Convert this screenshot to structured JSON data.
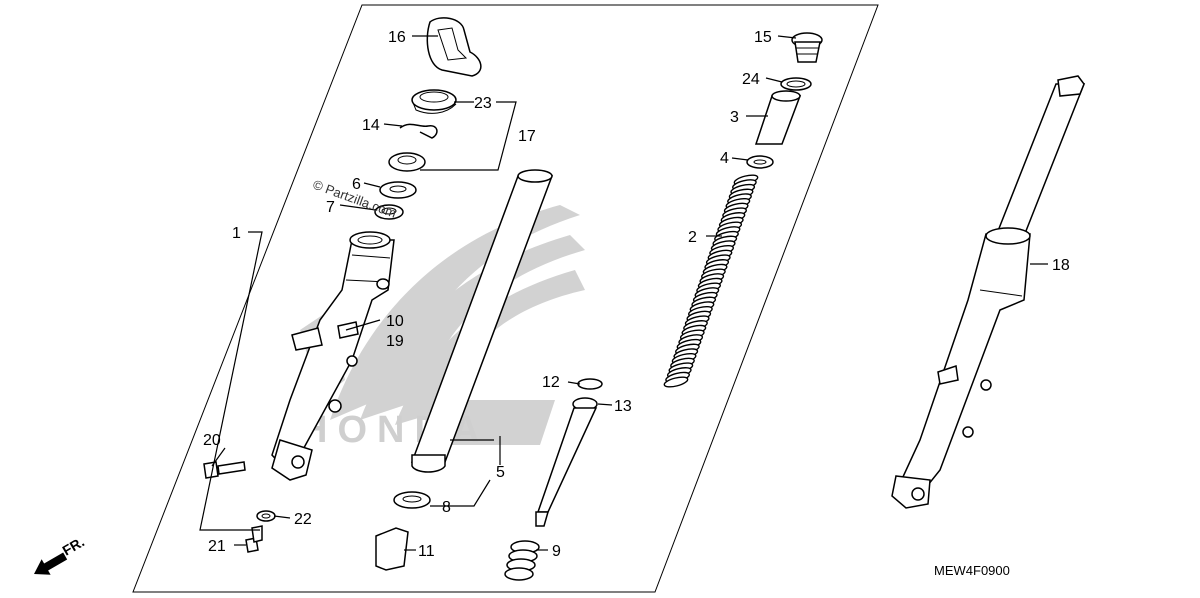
{
  "diagram": {
    "code": "MEW4F0900",
    "watermark": "© Partzilla.com",
    "direction_label": "FR.",
    "callouts": {
      "p1": "1",
      "p2": "2",
      "p3": "3",
      "p4": "4",
      "p5": "5",
      "p6": "6",
      "p7": "7",
      "p8": "8",
      "p9": "9",
      "p10": "10",
      "p11": "11",
      "p12": "12",
      "p13": "13",
      "p14": "14",
      "p15": "15",
      "p16": "16",
      "p17": "17",
      "p18": "18",
      "p19": "19",
      "p20": "20",
      "p21": "21",
      "p22": "22",
      "p23": "23",
      "p24": "24"
    }
  }
}
